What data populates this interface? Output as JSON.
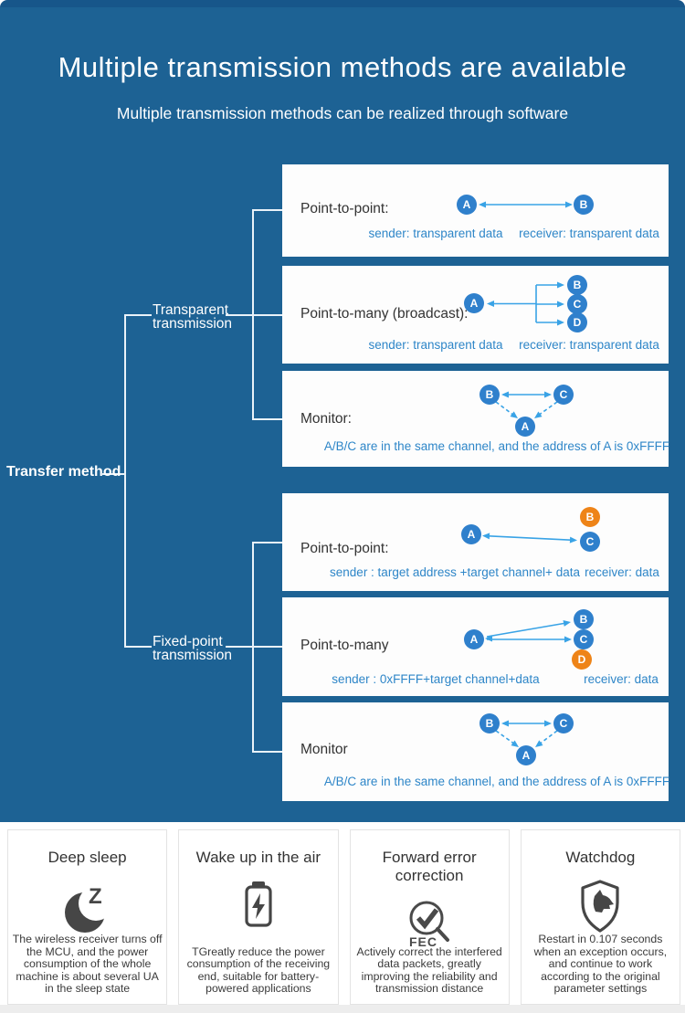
{
  "header": {
    "title": "Multiple transmission methods are available",
    "subtitle": "Multiple transmission methods can be realized through software"
  },
  "tree": {
    "root": "Transfer method",
    "branch1_line1": "Transparent",
    "branch1_line2": "transmission",
    "branch2_line1": "Fixed-point",
    "branch2_line2": "transmission"
  },
  "boxes": [
    {
      "label": "Point-to-point:",
      "nodes": [
        "A",
        "B"
      ],
      "captions": [
        "sender: transparent data",
        "receiver: transparent data"
      ]
    },
    {
      "label": "Point-to-many (broadcast):",
      "nodes": [
        "A",
        "B",
        "C",
        "D"
      ],
      "captions": [
        "sender: transparent data",
        "receiver: transparent data"
      ]
    },
    {
      "label": "Monitor:",
      "nodes": [
        "B",
        "C",
        "A"
      ],
      "captions": [
        "A/B/C are in the same channel, and the address of A is 0xFFFF"
      ]
    },
    {
      "label": "Point-to-point:",
      "nodes": [
        "A",
        "B",
        "C"
      ],
      "captions": [
        "sender : target address +target channel+ data",
        "receiver: data"
      ]
    },
    {
      "label": "Point-to-many",
      "nodes": [
        "A",
        "B",
        "C",
        "D"
      ],
      "captions": [
        "sender : 0xFFFF+target channel+data",
        "receiver: data"
      ]
    },
    {
      "label": "Monitor",
      "nodes": [
        "B",
        "C",
        "A"
      ],
      "captions": [
        "A/B/C are in the same channel, and the address of A is 0xFFFF"
      ]
    }
  ],
  "features": [
    {
      "title": "Deep sleep",
      "icon": "moon-sleep-icon",
      "desc": "The wireless receiver turns off the MCU, and the power consumption of the whole machine is about several UA in the sleep state"
    },
    {
      "title": "Wake up in the air",
      "icon": "battery-charge-icon",
      "desc": "TGreatly reduce the power consumption of the receiving end, suitable for battery-powered applications"
    },
    {
      "title": "Forward error correction",
      "icon": "magnifier-check-icon",
      "icon_label": "FEC",
      "desc": "Actively correct the interfered data packets, greatly improving the reliability and transmission distance"
    },
    {
      "title": "Watchdog",
      "icon": "shield-dog-icon",
      "desc": "Restart in 0.107 seconds when an exception occurs, and continue to work according to the original parameter settings"
    }
  ],
  "colors": {
    "background_blue": "#1d6294",
    "top_cap_blue": "#17568a",
    "node_blue": "#2f80cc",
    "node_orange": "#ee8418",
    "arrow_blue": "#39a3e6",
    "caption_blue": "#2e86c8"
  }
}
